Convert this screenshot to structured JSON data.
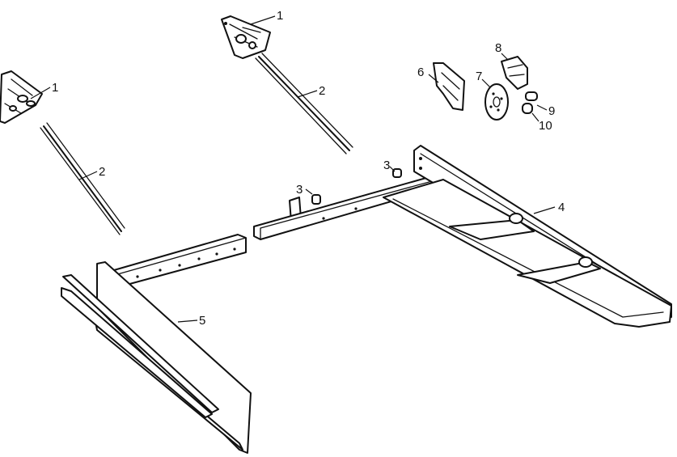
{
  "diagram": {
    "callouts": [
      {
        "id": "c1a",
        "text": "1"
      },
      {
        "id": "c1b",
        "text": "1"
      },
      {
        "id": "c2a",
        "text": "2"
      },
      {
        "id": "c2b",
        "text": "2"
      },
      {
        "id": "c3a",
        "text": "3"
      },
      {
        "id": "c3b",
        "text": "3"
      },
      {
        "id": "c4",
        "text": "4"
      },
      {
        "id": "c5",
        "text": "5"
      },
      {
        "id": "c6",
        "text": "6"
      },
      {
        "id": "c7",
        "text": "7"
      },
      {
        "id": "c8",
        "text": "8"
      },
      {
        "id": "c9",
        "text": "9"
      },
      {
        "id": "c10",
        "text": "10"
      }
    ]
  }
}
